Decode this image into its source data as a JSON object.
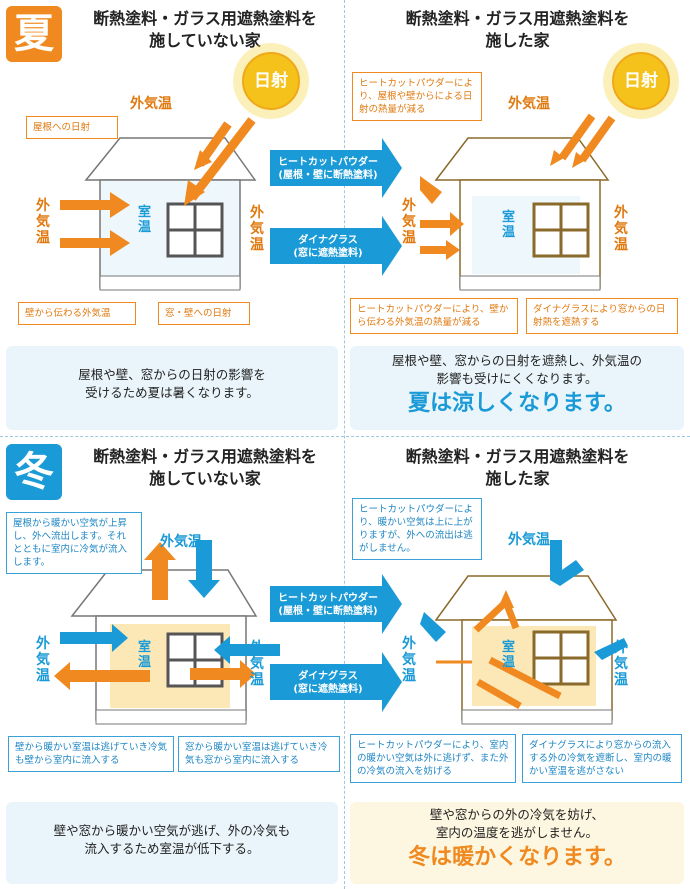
{
  "seasons": {
    "summer": "夏",
    "winter": "冬"
  },
  "titles": {
    "without_line1": "断熱塗料・ガラス用遮熱塗料を",
    "without_line2": "施していない家",
    "with_line1": "断熱塗料・ガラス用遮熱塗料を",
    "with_line2": "施した家"
  },
  "labels": {
    "sunshine": "日射",
    "outside_temp": "外気温",
    "outside_temp_vertical": "外気温",
    "room_temp": "室温"
  },
  "center_arrows": {
    "heatcut_line1": "ヒートカットパウダー",
    "heatcut_line2": "(屋根・壁に断熱塗料)",
    "dyna_line1": "ダイナグラス",
    "dyna_line2": "(窓に遮熱塗料)"
  },
  "summer": {
    "roof_sun_note": "屋根への日射",
    "wall_note": "壁から伝わる外気温",
    "window_note": "窓・壁への日射",
    "top_note": "ヒートカットパウダーにより、屋根や壁からによる日射の熱量が減る",
    "bottom_left_note": "ヒートカットパウダーにより、壁から伝わる外気温の熱量が減る",
    "bottom_right_note": "ダイナグラスにより窓からの日射熱を遮熱する",
    "left_summary_line1": "屋根や壁、窓からの日射の影響を",
    "left_summary_line2": "受けるため夏は暑くなります。",
    "right_summary_line1": "屋根や壁、窓からの日射を遮熱し、外気温の",
    "right_summary_line2": "影響も受けにくくなります。",
    "right_summary_big": "夏は涼しくなります。"
  },
  "winter": {
    "top_left_note": "屋根から暖かい空気が上昇し、外へ流出します。それとともに室内に冷気が流入します。",
    "wall_note": "壁から暖かい室温は逃げていき冷気も壁から室内に流入する",
    "window_note": "窓から暖かい室温は逃げていき冷気も窓から室内に流入する",
    "top_right_note": "ヒートカットパウダーにより、暖かい空気は上に上がりますが、外への流出は逃がしません。",
    "bottom_left_note": "ヒートカットパウダーにより、室内の暖かい空気は外に逃げず、また外の冷気の流入を妨げる",
    "bottom_right_note": "ダイナグラスにより窓からの流入する外の冷気を遮断し、室内の暖かい室温を逃がさない",
    "left_summary_line1": "壁や窓から暖かい空気が逃げ、外の冷気も",
    "left_summary_line2": "流入するため室温が低下する。",
    "right_summary_line1": "壁や窓からの外の冷気を妨げ、",
    "right_summary_line2": "室内の温度を逃がしません。",
    "right_summary_big": "冬は暖かくなります。"
  },
  "colors": {
    "orange": "#f0891f",
    "blue": "#1a9ad6",
    "sun": "#f5c21b"
  }
}
